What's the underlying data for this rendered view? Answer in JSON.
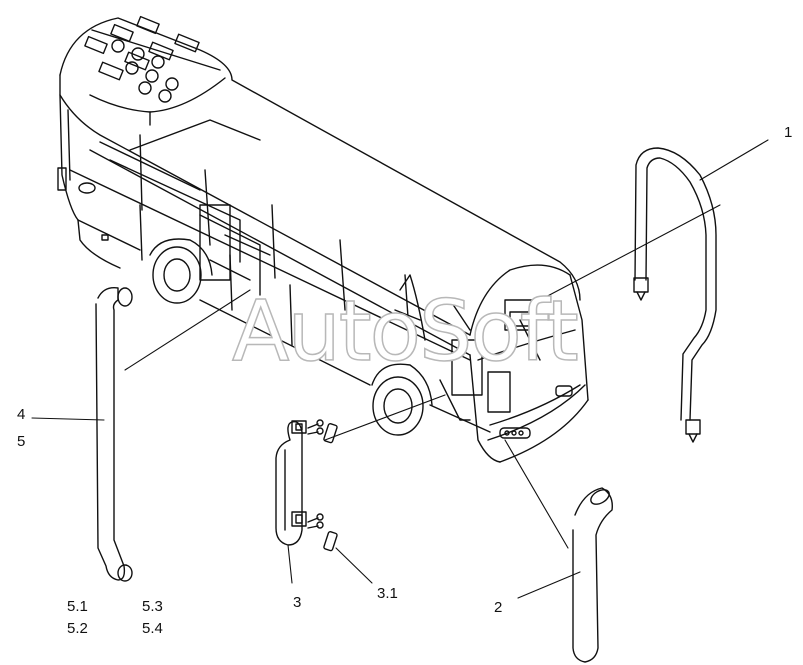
{
  "watermark": "AutoSoft",
  "colors": {
    "line": "#111111",
    "watermark_outline": "#b8b8b8"
  },
  "callouts": {
    "c1": "1",
    "c2": "2",
    "c3": "3",
    "c3_1": "3.1",
    "c4": "4",
    "c5": "5",
    "c5_1": "5.1",
    "c5_2": "5.2",
    "c5_3": "5.3",
    "c5_4": "5.4"
  },
  "parts": [
    {
      "name": "bus-line-drawing"
    },
    {
      "name": "bent-tube-part-1"
    },
    {
      "name": "curved-hose-part-2"
    },
    {
      "name": "grab-handle-part-3"
    },
    {
      "name": "cover-cap-part-3-1"
    },
    {
      "name": "straight-hose-part-4"
    }
  ]
}
